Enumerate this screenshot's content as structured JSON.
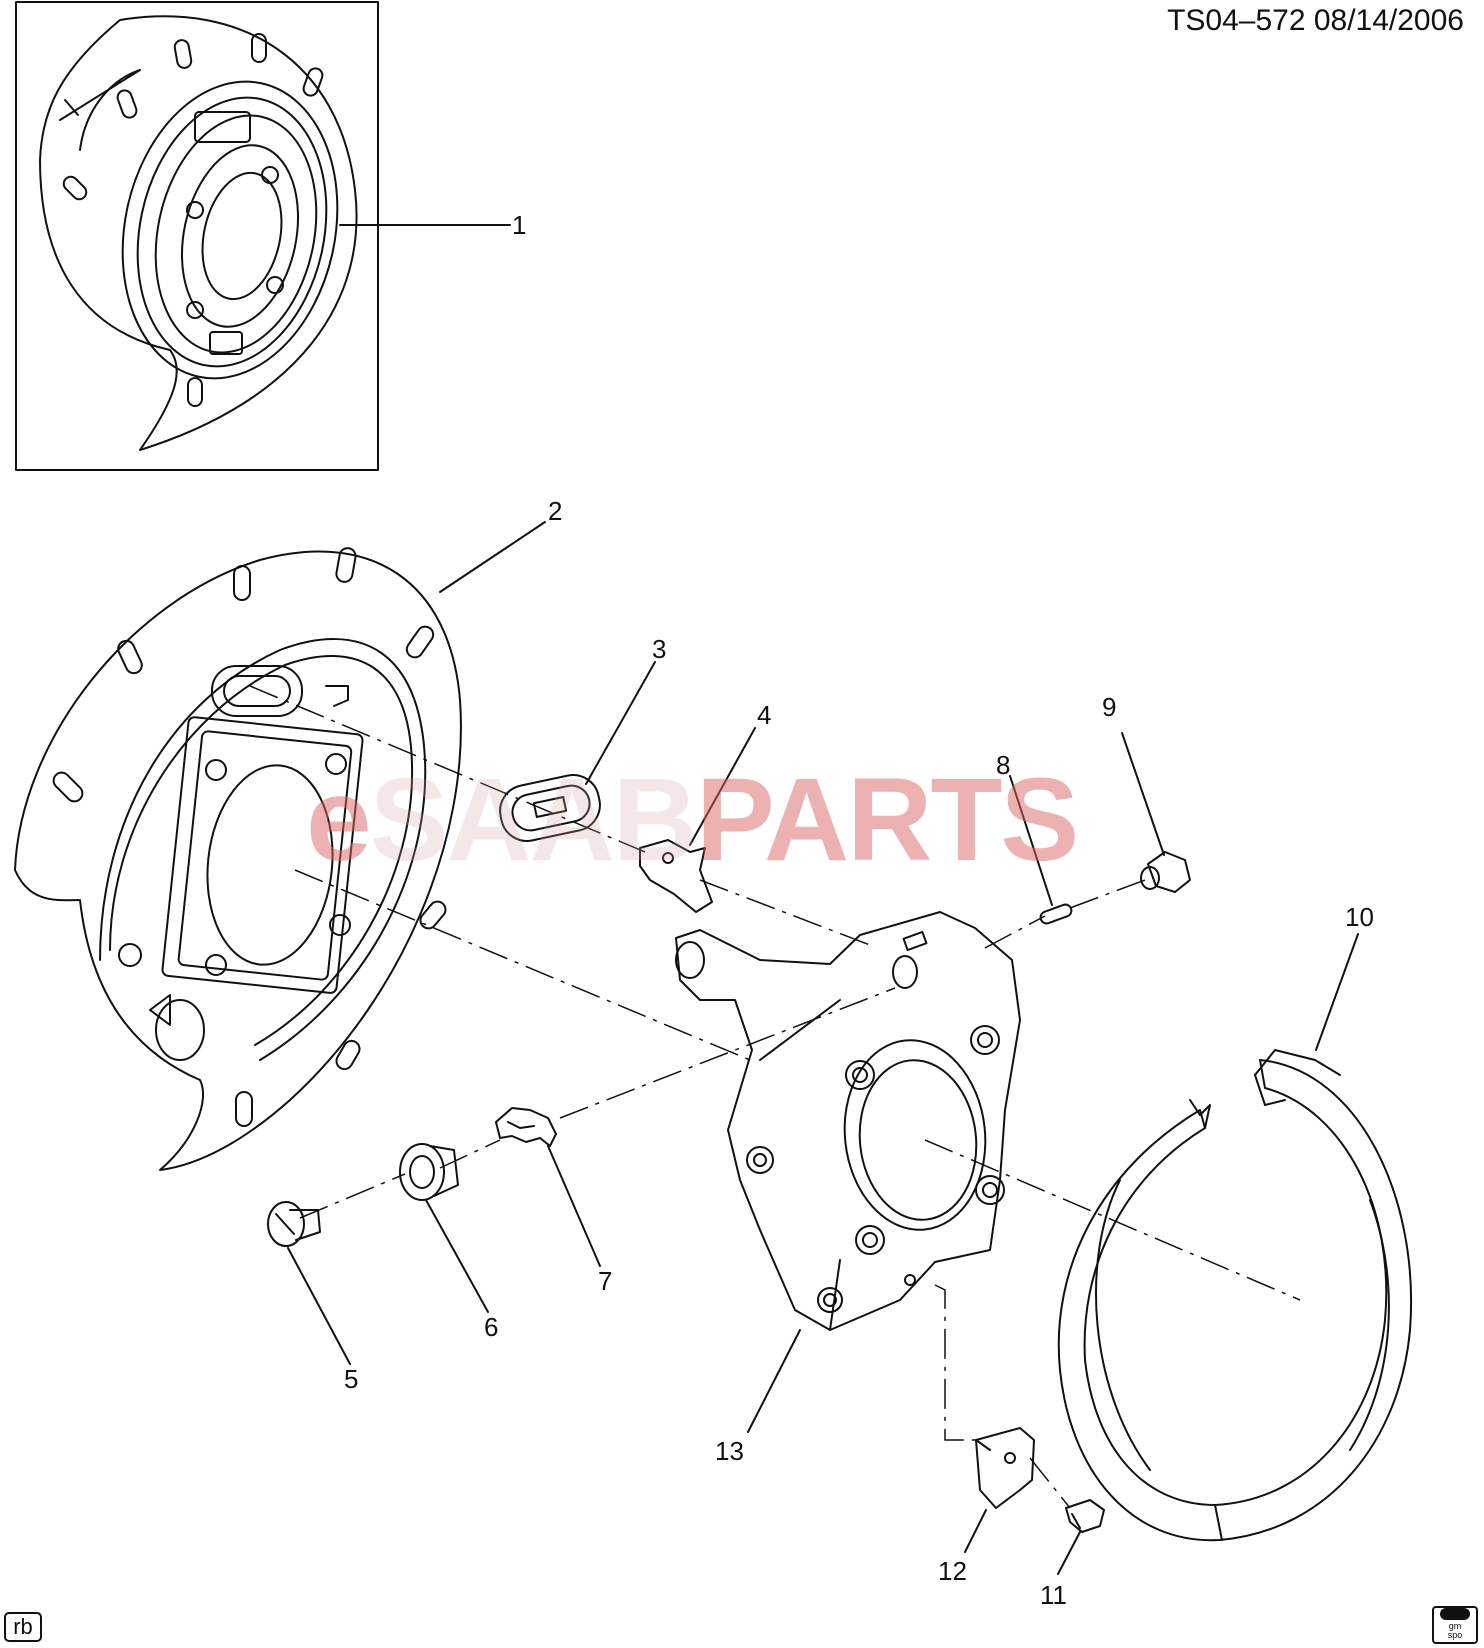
{
  "header": {
    "code": "TS04–572  08/14/2006"
  },
  "watermark": {
    "prefix": "e",
    "middle": "SAAB",
    "suffix": "PARTS"
  },
  "callouts": [
    "1",
    "2",
    "3",
    "4",
    "5",
    "6",
    "7",
    "8",
    "9",
    "10",
    "11",
    "12",
    "13"
  ],
  "footer": {
    "tag": "rb",
    "badge_top": "gm",
    "badge_bottom": "spo"
  }
}
